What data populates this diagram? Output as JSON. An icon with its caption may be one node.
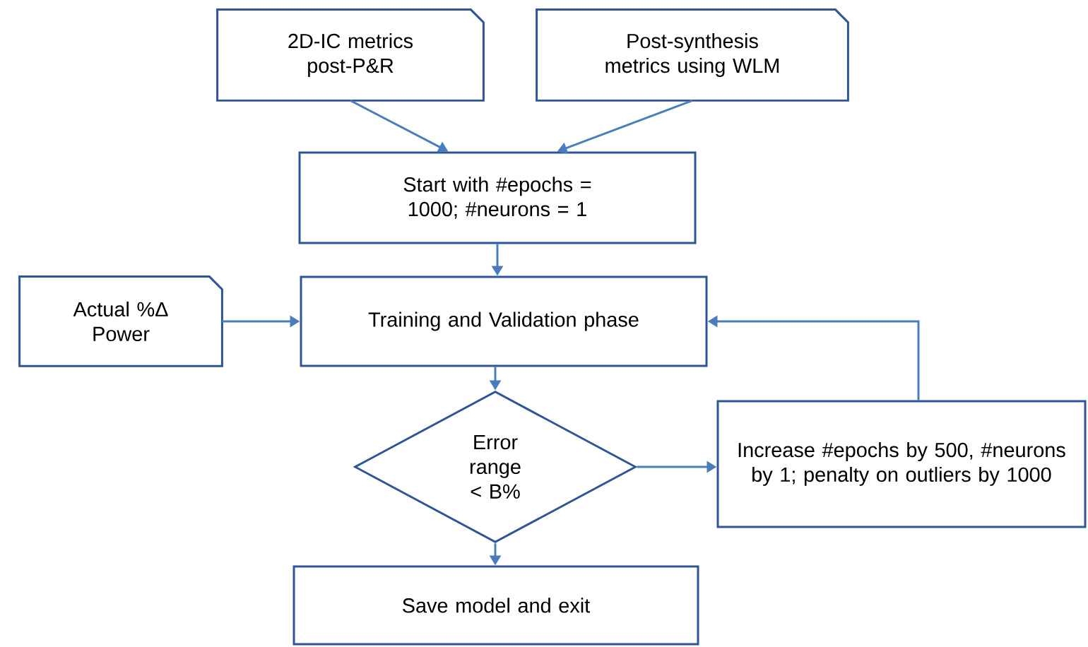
{
  "diagram": {
    "nodes": [
      {
        "text": [
          "2D-IC metrics post-P&R"
        ]
      },
      {
        "text": [
          "Post-synthesis metrics using WLM"
        ]
      },
      {
        "text": [
          "Start with #epochs = 1000; #neurons = 1"
        ]
      },
      {
        "text": [
          "Actual %Δ Power"
        ]
      },
      {
        "text": [
          "Training and Validation phase"
        ]
      },
      {
        "text": [
          "Error range < B%"
        ]
      },
      {
        "text": [
          "Increase #epochs by 500, #neurons by 1; penalty on outliers by 1000"
        ]
      },
      {
        "text": [
          "Save model and exit"
        ]
      }
    ],
    "edges": [
      {
        "from": 0,
        "to": 2,
        "arrow": "to"
      },
      {
        "from": 1,
        "to": 2,
        "arrow": "to"
      },
      {
        "from": 2,
        "to": 4,
        "arrow": "to"
      },
      {
        "from": 3,
        "to": 4,
        "arrow": "to"
      },
      {
        "from": 4,
        "to": 5,
        "arrow": "to"
      },
      {
        "from": 5,
        "to": 6,
        "arrow": "to"
      },
      {
        "from": 6,
        "to": 4,
        "arrow": "to"
      },
      {
        "from": 5,
        "to": 7,
        "arrow": "to"
      }
    ]
  }
}
